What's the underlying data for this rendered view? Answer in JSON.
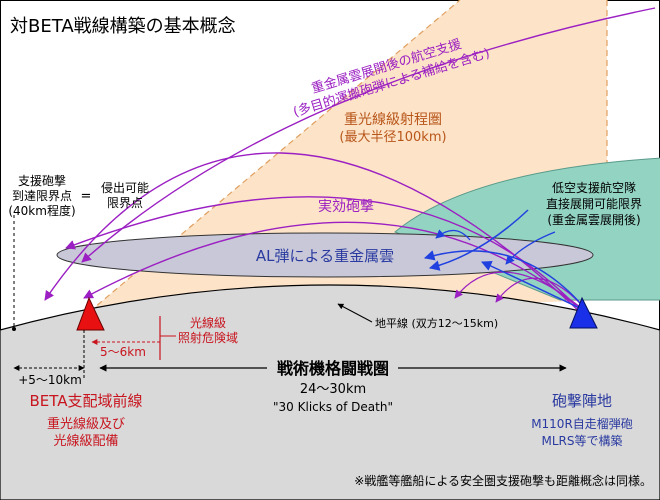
{
  "title": "対BETA戦線構築の基本概念",
  "labels": {
    "air_support_line1": "重金属雲展開後の航空支援",
    "air_support_line2": "(多目的運搬砲弾による補給を含む)",
    "light_range_line1": "重光線級射程圏",
    "light_range_line2": "(最大半径100km)",
    "effective_bombardment": "実効砲撃",
    "low_altitude_line1": "低空支援航空隊",
    "low_altitude_line2": "直接展開可能限界",
    "low_altitude_line3": "(重金属雲展開後)",
    "heavy_metal_cloud": "AL弾による重金属雲",
    "support_limit_line1": "支援砲撃",
    "support_limit_line2": "到達限界点",
    "support_limit_line3": "(40km程度)",
    "equals": "=",
    "invasion_limit_line1": "侵出可能",
    "invasion_limit_line2": "限界点",
    "horizon": "地平線 (双方12～15km)",
    "laser_danger_line1": "光線級",
    "laser_danger_line2": "照射危険域",
    "dist_5_6": "5～6km",
    "plus_5_10": "+5～10km",
    "battle_zone": "戦術機格闘戦圏",
    "battle_dist": "24～30km",
    "battle_nickname": "\"30 Klicks of Death\"",
    "beta_front": "BETA支配域前線",
    "beta_sub_line1": "重光線級及び",
    "beta_sub_line2": "光線級配備",
    "artillery": "砲撃陣地",
    "artillery_sub_line1": "M110R自走榴弾砲",
    "artillery_sub_line2": "MLRS等で構築",
    "footnote": "※戦艦等艦船による安全圏支援砲撃も距離概念は同様。"
  },
  "colors": {
    "purple": "#9b1fc2",
    "orange_text": "#b8561a",
    "red_text": "#c8141e",
    "blue_text": "#2a3aa0",
    "arrow_blue": "#2040e0",
    "ground": "#d9d9d9",
    "cone": "#fde3c8",
    "green_zone": "#93d3c2",
    "cloud": "#c8c8d8",
    "beta_marker": "#e81010",
    "artillery_marker": "#1a30e8"
  },
  "icons": {
    "beta_marker": "red-triangle-icon",
    "artillery_marker": "blue-triangle-icon"
  }
}
